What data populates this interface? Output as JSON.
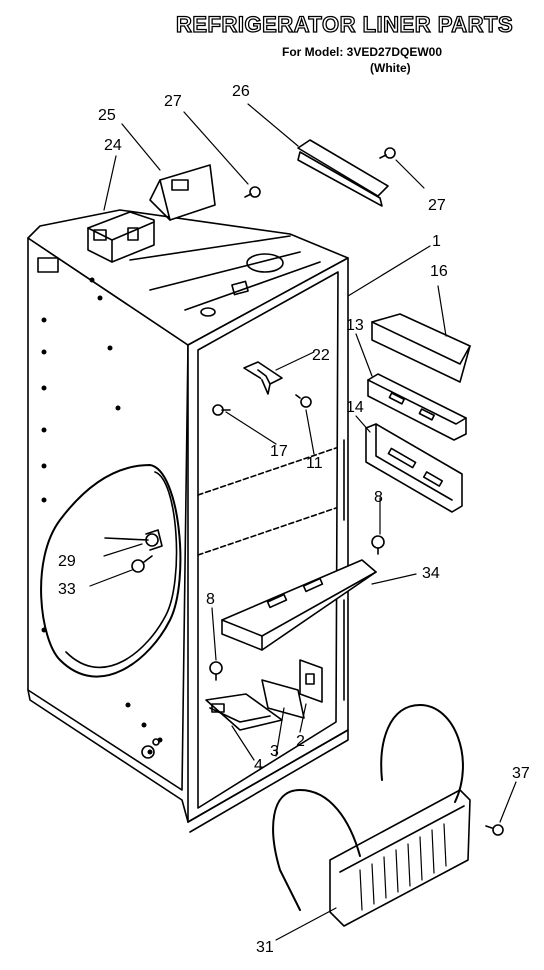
{
  "header": {
    "title": "REFRIGERATOR LINER PARTS",
    "model_line": "For Model: 3VED27DQEW00",
    "color_line": "(White)"
  },
  "callouts": [
    "25",
    "27",
    "26",
    "24",
    "27",
    "1",
    "16",
    "13",
    "22",
    "14",
    "17",
    "11",
    "8",
    "29",
    "33",
    "34",
    "8",
    "4",
    "3",
    "2",
    "37",
    "31"
  ]
}
